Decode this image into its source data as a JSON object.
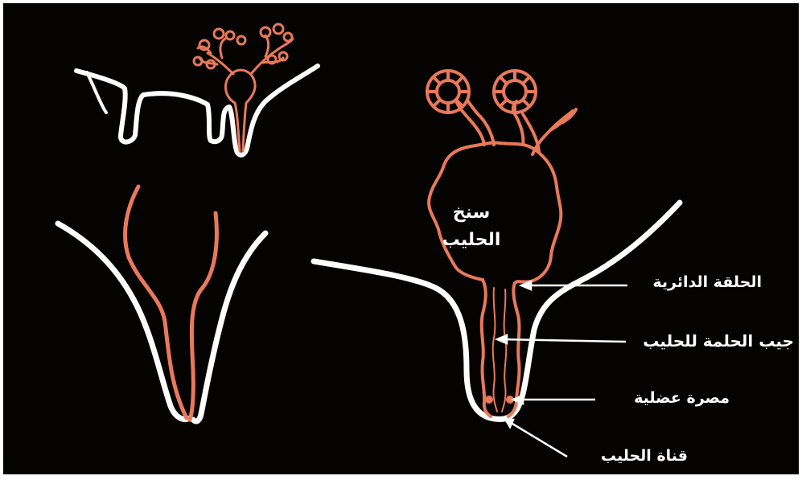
{
  "colors": {
    "background": "#050202",
    "frame": "#ffffff",
    "duct": "#e9795a",
    "skin": "#ffffff"
  },
  "labels": {
    "alveolus": [
      "سنخ",
      "الحليب"
    ],
    "circular_ring": "الحلقة الدائرية",
    "nipple_milk_pocket": "جيب الحلمة للحليب",
    "muscular_sphincter": "مصرة عضلية",
    "milk_duct": "قناة الحليب"
  }
}
